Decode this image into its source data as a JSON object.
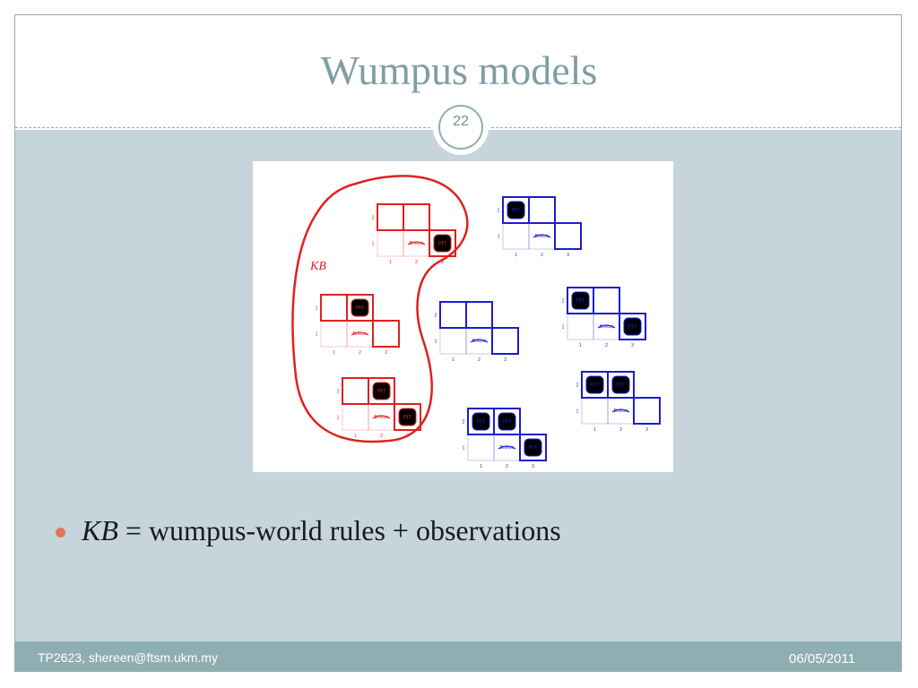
{
  "slide": {
    "title": "Wumpus models",
    "number": "22"
  },
  "figure": {
    "kb_label": "KB",
    "cell_marks": {
      "pit": "PIT",
      "breeze": "Breeze"
    },
    "col_labels": [
      "1",
      "2",
      "3"
    ],
    "row_labels": [
      "1",
      "2"
    ]
  },
  "bullet": {
    "kb": "KB",
    "rest": " = wumpus-world rules + observations"
  },
  "footer": {
    "left": "TP2623, shereen@ftsm.ukm.my",
    "right": "06/05/2011"
  },
  "colors": {
    "accent": "#8faeb2",
    "content_bg": "#c6d5db",
    "bullet": "#e3765a",
    "kb_red": "#e02020",
    "model_blue": "#1c1cd0"
  }
}
